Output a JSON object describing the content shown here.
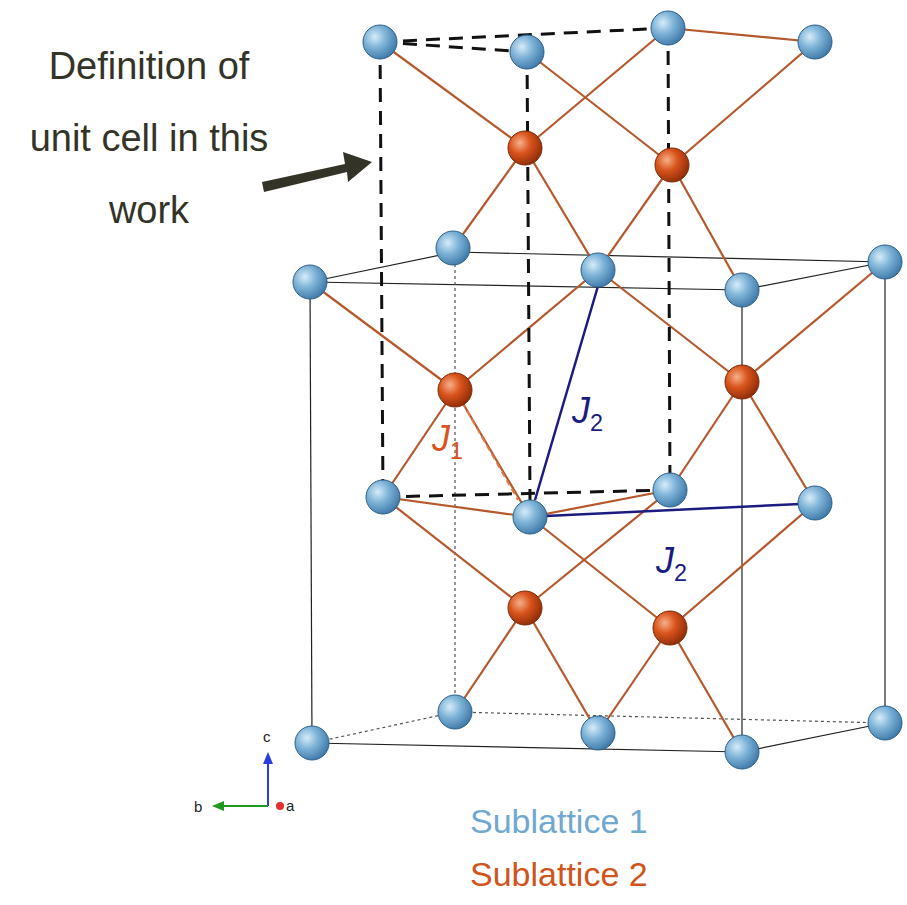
{
  "diagram": {
    "labels": [
      "Definition of unit cell in this work",
      "J1",
      "J2",
      "J2",
      "c",
      "b",
      "a",
      "Sublattice 1",
      "Sublattice 2"
    ]
  }
}
